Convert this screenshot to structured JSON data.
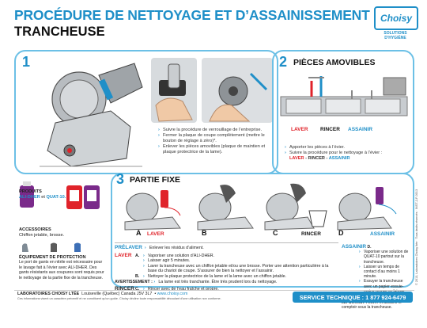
{
  "header": {
    "title": "PROCÉDURE DE NETTOYAGE ET D’ASSAINISSEMENT",
    "subtitle": "TRANCHEUSE",
    "brand": "Choisy",
    "brand_tagline_1": "SOLUTIONS",
    "brand_tagline_2": "D’HYGIÈNE"
  },
  "step1": {
    "number": "1",
    "bullets": [
      "Suivre la procédure de verrouillage de l’entreprise.",
      "Fermer la plaque de coupe complètement (mettre le bouton de réglage à zéro)*.",
      "Enlever les pièces amovibles (plaque de maintien et plaque protectrice de la lame)."
    ]
  },
  "step2": {
    "number": "2",
    "title": "PIÈCES AMOVIBLES",
    "sink_labels": [
      "LAVER",
      "RINCER",
      "ASSAINIR"
    ],
    "bullets": [
      "Apporter les pièces à l’évier.",
      "Suivre la procédure pour le nettoyage à l’évier :"
    ],
    "sequence": [
      "LAVER",
      "RINCER",
      "ASSAINIR"
    ]
  },
  "step3": {
    "number": "3",
    "title": "PARTIE FIXE",
    "panels": [
      {
        "letter": "A",
        "label": "LAVER"
      },
      {
        "letter": "B",
        "label": ""
      },
      {
        "letter": "C",
        "label": "RINCER"
      },
      {
        "letter": "D",
        "label": "ASSAINIR"
      }
    ],
    "prelaver_label": "PRÉLAVER",
    "prelaver_text": "Enlever les résidus d’aliment.",
    "laver_label": "LAVER",
    "laver_a": "A.",
    "laver_a_lines": [
      "Vaporiser une solution d’ALI-DHER.",
      "Laisser agir 5 minutes.",
      "Laver la trancheuse avec un chiffon jetable et/ou une brosse. Porter une attention particulière à la base du chariot de coupe. S’assurer de bien la nettoyer et l’assainir."
    ],
    "laver_b": "B.",
    "laver_b_text": "Nettoyer la plaque protectrice de la lame et la lame avec un chiffon jetable.",
    "avert_label": "AVERTISSEMENT :",
    "avert_text": "La lame est très tranchante. Être très prudent lors du nettoyage.",
    "rincer_label": "RINCER",
    "rincer_c": "C.",
    "rincer_text": "Rincer avec de l’eau fraîche et propre.",
    "assainir_label": "ASSAINIR",
    "assainir_d": "D.",
    "assainir_lines": [
      "Vaporiser une solution de QUAT-10 partout sur la trancheuse.",
      "Laisser un temps de contact d’au moins 1 minute.",
      "Essuyer la trancheuse avec un papier essuie-mains propre ou laisser sécher à l’air libre."
    ],
    "important_label": "IMPORTANT :",
    "important_text": "Laver et assainir le comptoir sous la trancheuse."
  },
  "sidebar": {
    "products_title": "PRODUITS",
    "products": [
      "ALI-DHER",
      "et",
      "QUAT-10."
    ],
    "accessories_title": "ACCESSOIRES",
    "accessories_text": "Chiffon jetable, brosse.",
    "ppe_title": "ÉQUIPEMENT DE PROTECTION",
    "ppe_text": "Le port de gants en nitrile est nécessaire pour le lavage fait à l’évier avec ALI-DHER. Des gants résistants aux coupures sont requis pour le nettoyage de la partie fixe de la trancheuse."
  },
  "footer": {
    "company": "LABORATOIRES CHOISY LTÉE",
    "address": "Louiseville (Québec) Canada J5V 3L7",
    "website": "www.choisy.com",
    "disclaimer": "Ces informations visent un caractère préventif et ne constituent qu’un guide. Choisy décline toute responsabilité découlant d’une utilisation non conforme.",
    "service_label": "SERVICE TECHNIQUE :",
    "phone": "1 877 924-6479",
    "side_note": "© 2013, Laboratoires Choisy ltée · Tous droits réservés · INST-2-F-0013"
  },
  "colors": {
    "blue": "#1f8fc8",
    "red": "#e0232a",
    "panel_border": "#6cc0e6"
  }
}
